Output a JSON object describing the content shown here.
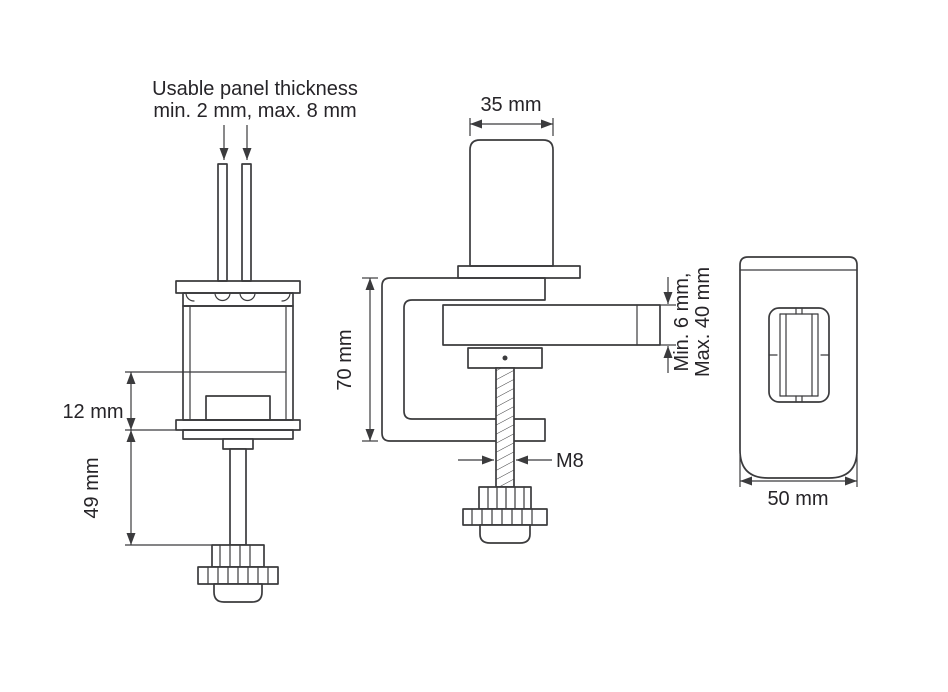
{
  "theme": {
    "line": "#3b3b3d",
    "text": "#262428",
    "background": "#ffffff"
  },
  "labels": {
    "panel_thickness_line1": "Usable panel thickness",
    "panel_thickness_line2": "min. 2 mm, max. 8 mm",
    "dim_12": "12 mm",
    "dim_49": "49 mm",
    "dim_35": "35 mm",
    "dim_70": "70 mm",
    "dim_m8": "M8",
    "dim_grip_line1": "Min. 6 mm,",
    "dim_grip_line2": "Max. 40 mm",
    "dim_50": "50 mm"
  }
}
